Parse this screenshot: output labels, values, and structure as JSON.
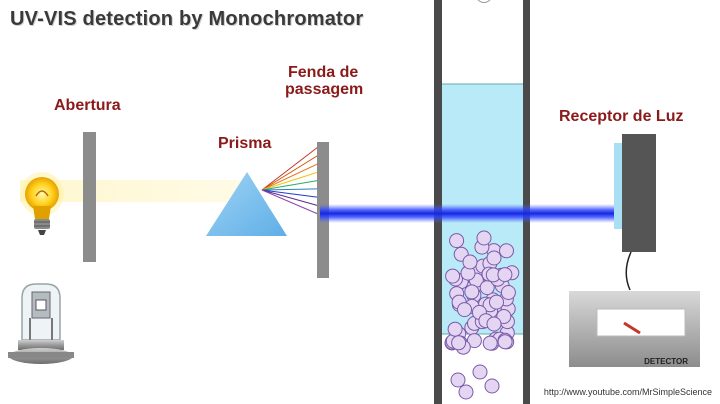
{
  "title": "UV-VIS detection by Monochromator",
  "labels": {
    "abertura": "Abertura",
    "prisma": "Prisma",
    "fenda_line1": "Fenda de",
    "fenda_line2": "passagem",
    "receptor": "Receptor de Luz",
    "detector": "DETECTOR"
  },
  "url": "http://www.youtube.com/MrSimpleScience",
  "colors": {
    "label": "#8b1a1a",
    "beam": "#1428e0",
    "liquid": "#b9eaf7",
    "particles": "#e4d6f2",
    "spectrum": [
      "#c0392b",
      "#d35400",
      "#e67e22",
      "#f1c40f",
      "#27ae60",
      "#2980b9",
      "#1f3bd6",
      "#5b2c8f",
      "#8e44ad"
    ]
  },
  "icons": [
    "light-bulb-icon",
    "deuterium-lamp-icon"
  ]
}
